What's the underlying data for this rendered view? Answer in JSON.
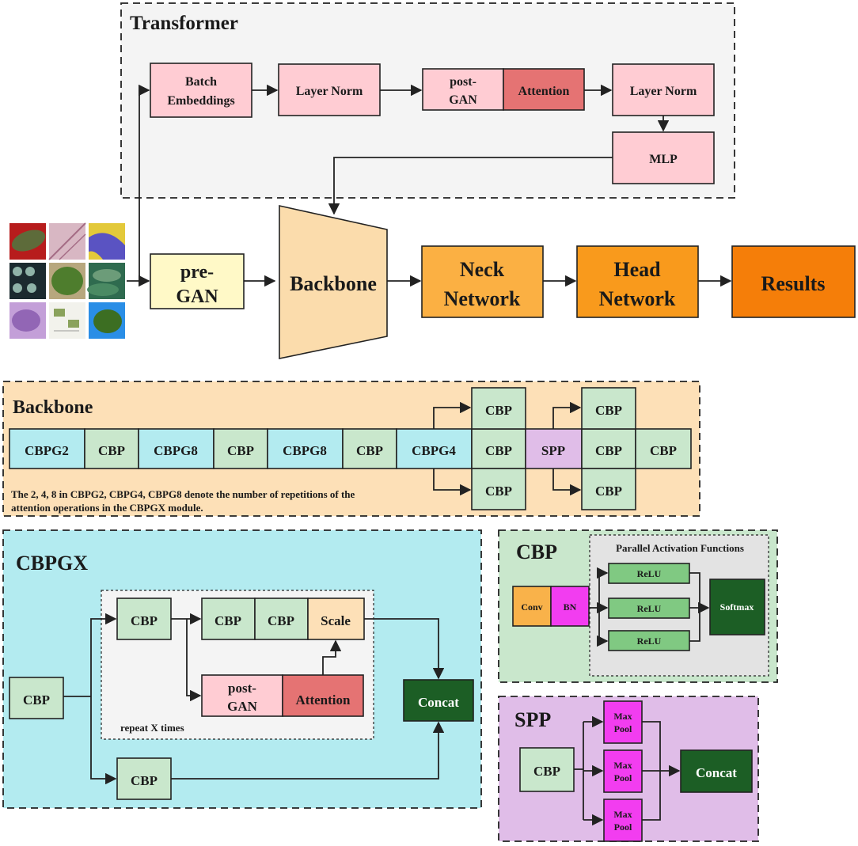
{
  "transformer": {
    "title": "Transformer",
    "batch_embeddings": [
      "Batch",
      "Embeddings"
    ],
    "layer_norm_1": "Layer Norm",
    "post_gan": [
      "post-",
      "GAN"
    ],
    "attention": "Attention",
    "layer_norm_2": "Layer Norm",
    "mlp": "MLP"
  },
  "pipeline": {
    "pre_gan": [
      "pre-",
      "GAN"
    ],
    "backbone": "Backbone",
    "neck": [
      "Neck",
      "Network"
    ],
    "head": [
      "Head",
      "Network"
    ],
    "results": "Results"
  },
  "backbone_panel": {
    "title": "Backbone",
    "chain": [
      "CBPG2",
      "CBP",
      "CBPG8",
      "CBP",
      "CBPG8",
      "CBP",
      "CBPG4",
      "CBP",
      "SPP",
      "CBP",
      "CBP"
    ],
    "branch_top_1": "CBP",
    "branch_bottom_1": "CBP",
    "branch_top_2": "CBP",
    "branch_bottom_2": "CBP",
    "note": [
      "The 2, 4, 8 in CBPG2, CBPG4, CBPG8 denote the number of repetitions of the",
      "attention operations in the CBPGX module."
    ]
  },
  "cbpgx_panel": {
    "title": "CBPGX",
    "input": "CBP",
    "loop_cbp": "CBP",
    "cbp_a": "CBP",
    "cbp_b": "CBP",
    "scale": "Scale",
    "post_gan": [
      "post-",
      "GAN"
    ],
    "attention": "Attention",
    "repeat": "repeat X times",
    "bottom_cbp": "CBP",
    "concat": "Concat"
  },
  "cbp_panel": {
    "title": "CBP",
    "parallel_title": "Parallel Activation Functions",
    "conv": "Conv",
    "bn": "BN",
    "relus": [
      "ReLU",
      "ReLU",
      "ReLU"
    ],
    "softmax": "Softmax"
  },
  "spp_panel": {
    "title": "SPP",
    "input": "CBP",
    "pools": [
      [
        "Max",
        "Pool"
      ],
      [
        "Max",
        "Pool"
      ],
      [
        "Max",
        "Pool"
      ]
    ],
    "concat": "Concat"
  },
  "thumbnails": [
    "leaf-red",
    "leaf-purple",
    "leaf-yellow-blue",
    "leaf-dark-grid",
    "leaf-green-bush",
    "leaf-field",
    "leaf-violet",
    "leaf-document",
    "leaf-blue-sky"
  ],
  "colors": {
    "pink": "#ffccd3",
    "attention": "#e57373",
    "pre_gan": "#fff9c7",
    "backbone": "#fbdcac",
    "neck": "#fbb043",
    "head": "#f99a1c",
    "results": "#f57e09",
    "cbp": "#c9e7cc",
    "cbpg": "#b3ebf0",
    "spp": "#e0bde8",
    "concat": "#1c5e25",
    "conv": "#f9b24a",
    "magenta": "#f23df0",
    "relu": "#80c982"
  }
}
